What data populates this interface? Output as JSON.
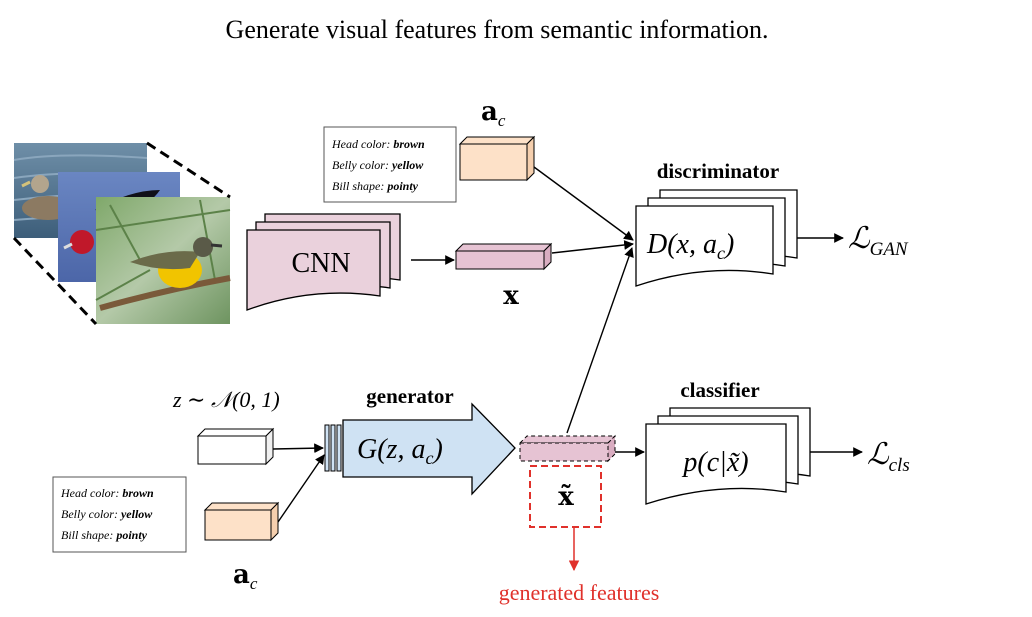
{
  "title": "Generate visual features from semantic information.",
  "labels": {
    "ac_top": "a",
    "ac_sub": "c",
    "ac_bottom": "a",
    "x_feature": "x",
    "x_tilde": "x̃",
    "cnn": "CNN",
    "discriminator": "discriminator",
    "generator": "generator",
    "classifier": "classifier",
    "noise": "z ∼ 𝒩(0, 1)",
    "discriminator_fn": "D(x, a",
    "discriminator_fn_sub": "c",
    "discriminator_fn_end": ")",
    "generator_fn": "G(z, a",
    "generator_fn_sub": "c",
    "generator_fn_end": ")",
    "classifier_fn": "p(c|x̃)",
    "loss_gan": "ℒ",
    "loss_gan_sub": "GAN",
    "loss_cls": "ℒ",
    "loss_cls_sub": "cls",
    "generated_features": "generated features"
  },
  "attributes_top": [
    {
      "key": "Head color:",
      "value": "brown"
    },
    {
      "key": "Belly color:",
      "value": "yellow"
    },
    {
      "key": "Bill shape:",
      "value": "pointy"
    }
  ],
  "attributes_bottom": [
    {
      "key": "Head color:",
      "value": "brown"
    },
    {
      "key": "Belly color:",
      "value": "yellow"
    },
    {
      "key": "Bill shape:",
      "value": "pointy"
    }
  ],
  "colors": {
    "cnn_fill": "#ead1dc",
    "feature_fill": "#e6c3d3",
    "attr_fill": "#fde1c8",
    "generator_fill": "#cfe2f3",
    "generated_red": "#e0312b"
  }
}
